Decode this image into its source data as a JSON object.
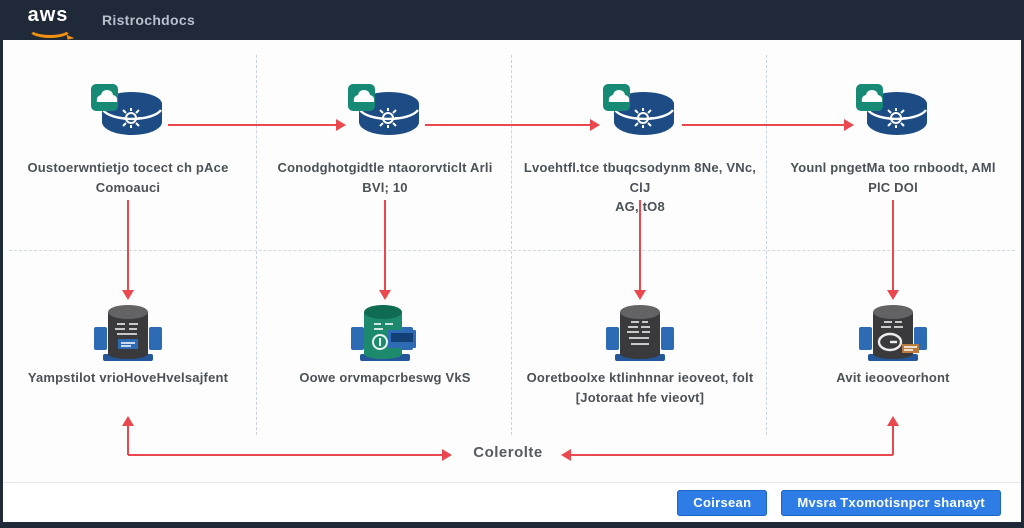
{
  "header": {
    "logo_text": "aws",
    "title": "Ristrochdocs"
  },
  "colors": {
    "frame_navy": "#1f2937",
    "accent_red": "#e8484e",
    "dashed_line": "#c7d4e0",
    "db_navy": "#1d4c84",
    "badge_teal": "#178a76",
    "bracket_blue": "#2d6bb5",
    "server_dark": "#3a3a3c",
    "server_green": "#1e8a6d",
    "button_blue": "#2e7de6",
    "logo_orange": "#f29111"
  },
  "icons": {
    "logo": "aws-smile-icon",
    "top_row": "cloud-database-icon",
    "bottom_row_default": "server-stack-icon",
    "bottom_row_green": "compute-server-icon",
    "flow": "red-flow-arrow"
  },
  "columns": [
    {
      "top_label_line1": "Oustoerwntietjo tocect ch pAce",
      "top_label_line2": "Comoauci",
      "bottom_label_line1": "Yampstilot vrioHoveHvelsajfent",
      "bottom_label_line2": ""
    },
    {
      "top_label_line1": "Conodghotgidtle ntaororvticlt Arli",
      "top_label_line2": "BVl; 10",
      "bottom_label_line1": "Oowe orvmapcrbeswg VkS",
      "bottom_label_line2": ""
    },
    {
      "top_label_line1": "Lvoehtfl.tce tbuqcsodynm 8Ne, VNc, ClJ",
      "top_label_line2": "AG, tO8",
      "bottom_label_line1": "Ooretboolxe ktlinhnnar ieoveot, folt",
      "bottom_label_line2": "[Jotoraat hfe vieovt]"
    },
    {
      "top_label_line1": "Younl pngetMa too rnboodt, AMl",
      "top_label_line2": "PlC DOl",
      "bottom_label_line1": "Avit ieooveorhont",
      "bottom_label_line2": ""
    }
  ],
  "flow": {
    "return_label": "Colerolte"
  },
  "footer": {
    "buttons": [
      {
        "label": "Coirsean"
      },
      {
        "label": "Mvsra Txomotisnpcr shanayt"
      }
    ]
  }
}
